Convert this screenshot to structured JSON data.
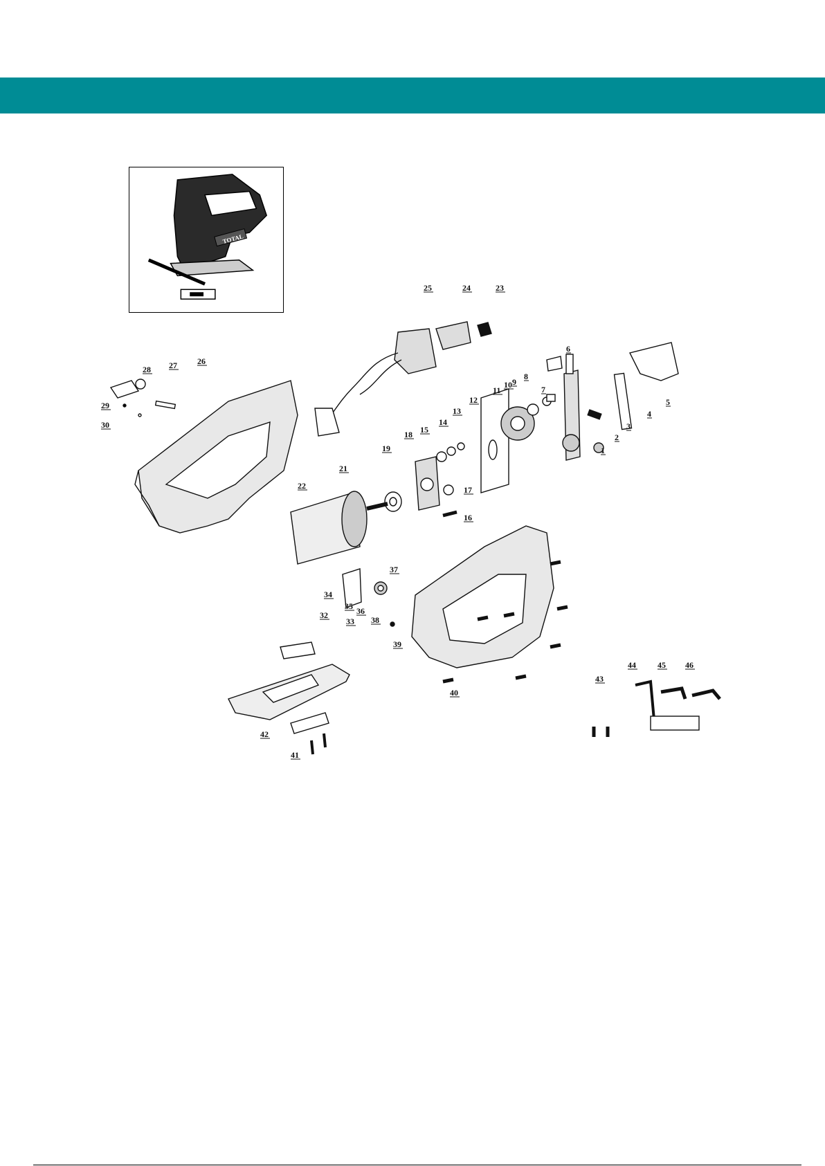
{
  "header": {
    "color": "#008c95"
  },
  "inset": {
    "brand_text": "TOTAL"
  },
  "callouts": [
    {
      "n": "1"
    },
    {
      "n": "2"
    },
    {
      "n": "3"
    },
    {
      "n": "4"
    },
    {
      "n": "5"
    },
    {
      "n": "6"
    },
    {
      "n": "7"
    },
    {
      "n": "8"
    },
    {
      "n": "9"
    },
    {
      "n": "10"
    },
    {
      "n": "11"
    },
    {
      "n": "12"
    },
    {
      "n": "13"
    },
    {
      "n": "14"
    },
    {
      "n": "15"
    },
    {
      "n": "16"
    },
    {
      "n": "17"
    },
    {
      "n": "18"
    },
    {
      "n": "19"
    },
    {
      "n": "21"
    },
    {
      "n": "22"
    },
    {
      "n": "23"
    },
    {
      "n": "24"
    },
    {
      "n": "25"
    },
    {
      "n": "26"
    },
    {
      "n": "27"
    },
    {
      "n": "28"
    },
    {
      "n": "29"
    },
    {
      "n": "30"
    },
    {
      "n": "32"
    },
    {
      "n": "33"
    },
    {
      "n": "34"
    },
    {
      "n": "35"
    },
    {
      "n": "36"
    },
    {
      "n": "37"
    },
    {
      "n": "38"
    },
    {
      "n": "39"
    },
    {
      "n": "40"
    },
    {
      "n": "41"
    },
    {
      "n": "42"
    },
    {
      "n": "43"
    },
    {
      "n": "44"
    },
    {
      "n": "45"
    },
    {
      "n": "46"
    }
  ]
}
